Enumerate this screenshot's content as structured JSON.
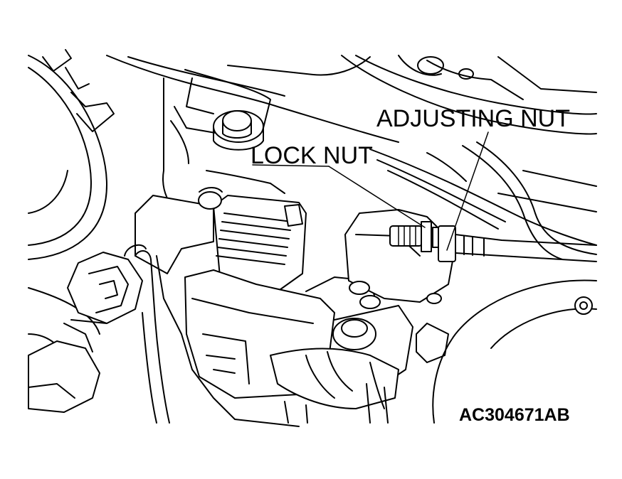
{
  "labels": {
    "adjusting_nut": "ADJUSTING NUT",
    "lock_nut": "LOCK NUT"
  },
  "figure_code": "AC304671AB"
}
